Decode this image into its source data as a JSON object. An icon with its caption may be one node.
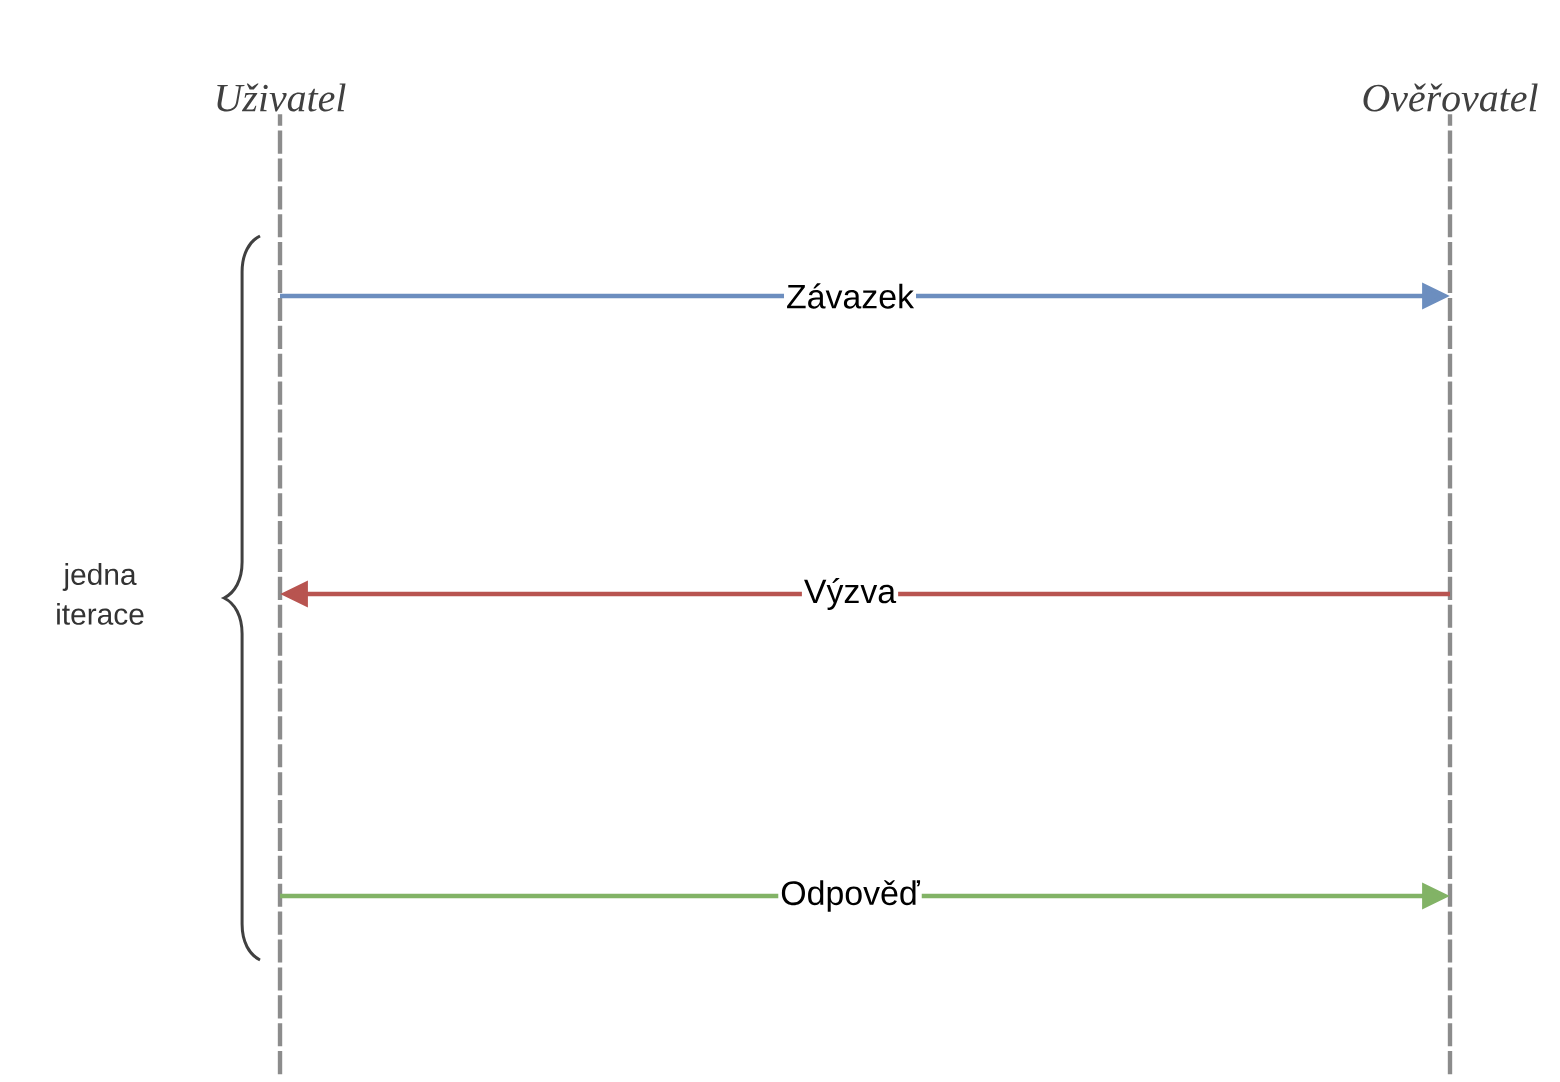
{
  "diagram": {
    "nodes": [
      {
        "text": [
          "Uživatel"
        ]
      },
      {
        "text": [
          "Ověřovatel"
        ]
      }
    ],
    "edges": [
      {
        "from": 0,
        "to": 1,
        "arrow": "to",
        "label": "Závazek",
        "color": "#6c8ebf"
      },
      {
        "from": 1,
        "to": 0,
        "arrow": "to",
        "label": "Výzva",
        "color": "#b85450"
      },
      {
        "from": 0,
        "to": 1,
        "arrow": "to",
        "label": "Odpověď",
        "color": "#82b366"
      }
    ],
    "labels": [
      "jedna iterace"
    ]
  }
}
